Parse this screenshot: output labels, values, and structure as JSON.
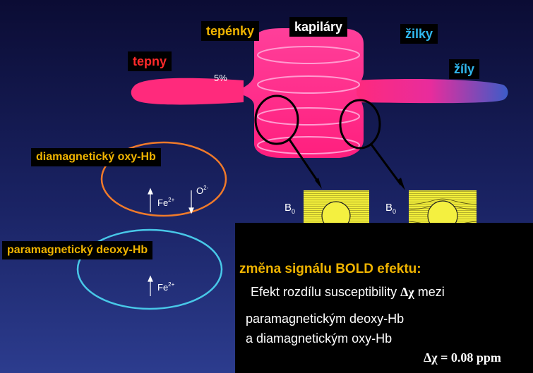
{
  "labels": {
    "tepenky": "tepénky",
    "kapilary": "kapiláry",
    "zilky": "žilky",
    "tepny": "tepny",
    "zily": "žíly",
    "percent": "5%",
    "oxy_hb": "diamagnetický oxy-Hb",
    "deoxy_hb": "paramagnetický deoxy-Hb"
  },
  "chemistry": {
    "fe_oxy": "Fe",
    "fe_oxy_charge": "2+",
    "oxygen": "O",
    "oxygen_charge": "2-",
    "fe_deoxy": "Fe",
    "fe_deoxy_charge": "2+"
  },
  "field": {
    "b_symbol": "B",
    "b_subscript": "0"
  },
  "textbox": {
    "heading": "změna signálu  BOLD efektu:",
    "line1_prefix": "Efekt  rozdílu susceptibility  ",
    "line1_symbol": "Δχ",
    "line1_suffix": " mezi",
    "line2": "paramagnetickým deoxy-Hb",
    "line3": "a diamagnetickým oxy-Hb",
    "formula": "Δχ = 0.08 ppm"
  },
  "colors": {
    "background_top": "#0d0e3a",
    "background_bottom": "#2a3a8a",
    "vessel": "#ff2a8c",
    "orange_ellipse": "#f07a2a",
    "cyan_ellipse": "#48c8e8",
    "label_yellow": "#f0b400",
    "label_red": "#ff2a2a",
    "label_blue": "#30b8ee",
    "field_panel": "#f0ec38"
  }
}
